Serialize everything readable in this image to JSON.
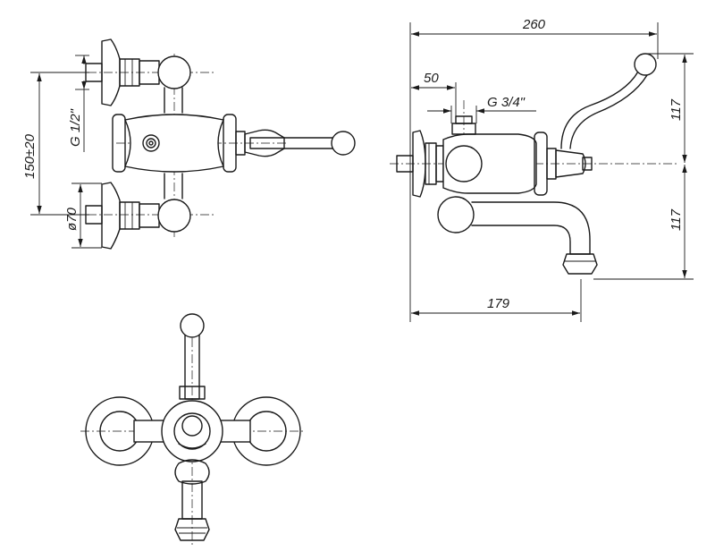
{
  "dimensions": {
    "d260": "260",
    "d50": "50",
    "g34": "G 3/4\"",
    "d117_top": "117",
    "d117_bottom": "117",
    "d179": "179",
    "d150": "150±20",
    "g12": "G 1/2\"",
    "d70": "ø70"
  },
  "colors": {
    "line": "#1a1a1a",
    "background": "#ffffff"
  }
}
